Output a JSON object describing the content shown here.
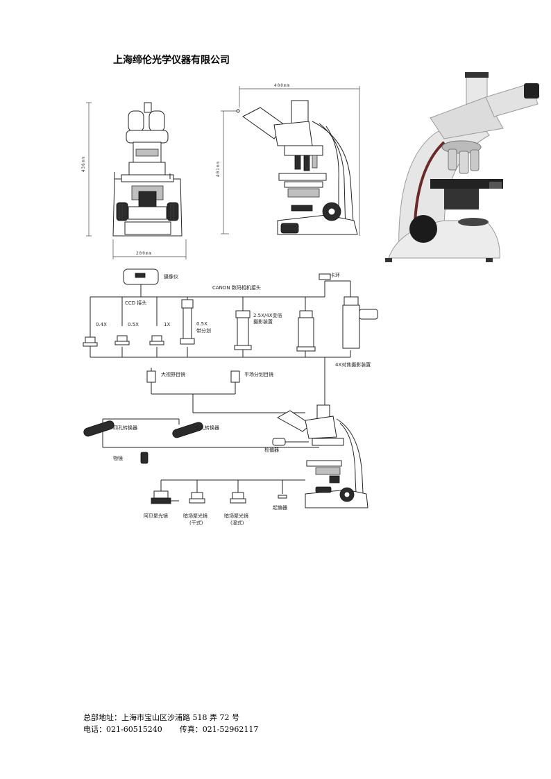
{
  "company_name": "上海缔伦光学仪器有限公司",
  "dimensions": {
    "width_front": "200mm",
    "width_side": "400mm",
    "height_front": "436mm",
    "height_side": "401mm"
  },
  "diagram_labels": {
    "camera": "摄像仪",
    "canon_adapter": "CANON 数码相机接头",
    "ccd_adapter": "CCD 接头",
    "ring": "卡环",
    "mag_04x": "0.4X",
    "mag_05x": "0.5X",
    "mag_1x": "1X",
    "mag_05x_reticle": "0.5X",
    "with_reticle": "带分划",
    "photo_25x_4x_line1": "2.5X/4X变倍",
    "photo_25x_4x_line2": "摄影装置",
    "photo_4x_focus": "4X对焦摄影装置",
    "wide_field_eyepiece": "大视野目镜",
    "flat_reticle_eyepiece": "平场分划目镜",
    "four_hole_nosepiece": "四孔转换器",
    "five_hole_nosepiece": "五孔转换器",
    "objective": "物镜",
    "analyzer": "检偏器",
    "abbe_condenser": "阿贝聚光镜",
    "darkfield_dry_line1": "暗场聚光镜",
    "darkfield_dry_line2": "(干式)",
    "darkfield_wet_line1": "暗场聚光镜",
    "darkfield_wet_line2": "(湿式)",
    "polarizer": "起偏器"
  },
  "footer": {
    "address": "总部地址：上海市宝山区沙浦路 518 弄 72 号",
    "phone": "电话：021-60515240",
    "fax": "传真：021-52962117"
  }
}
